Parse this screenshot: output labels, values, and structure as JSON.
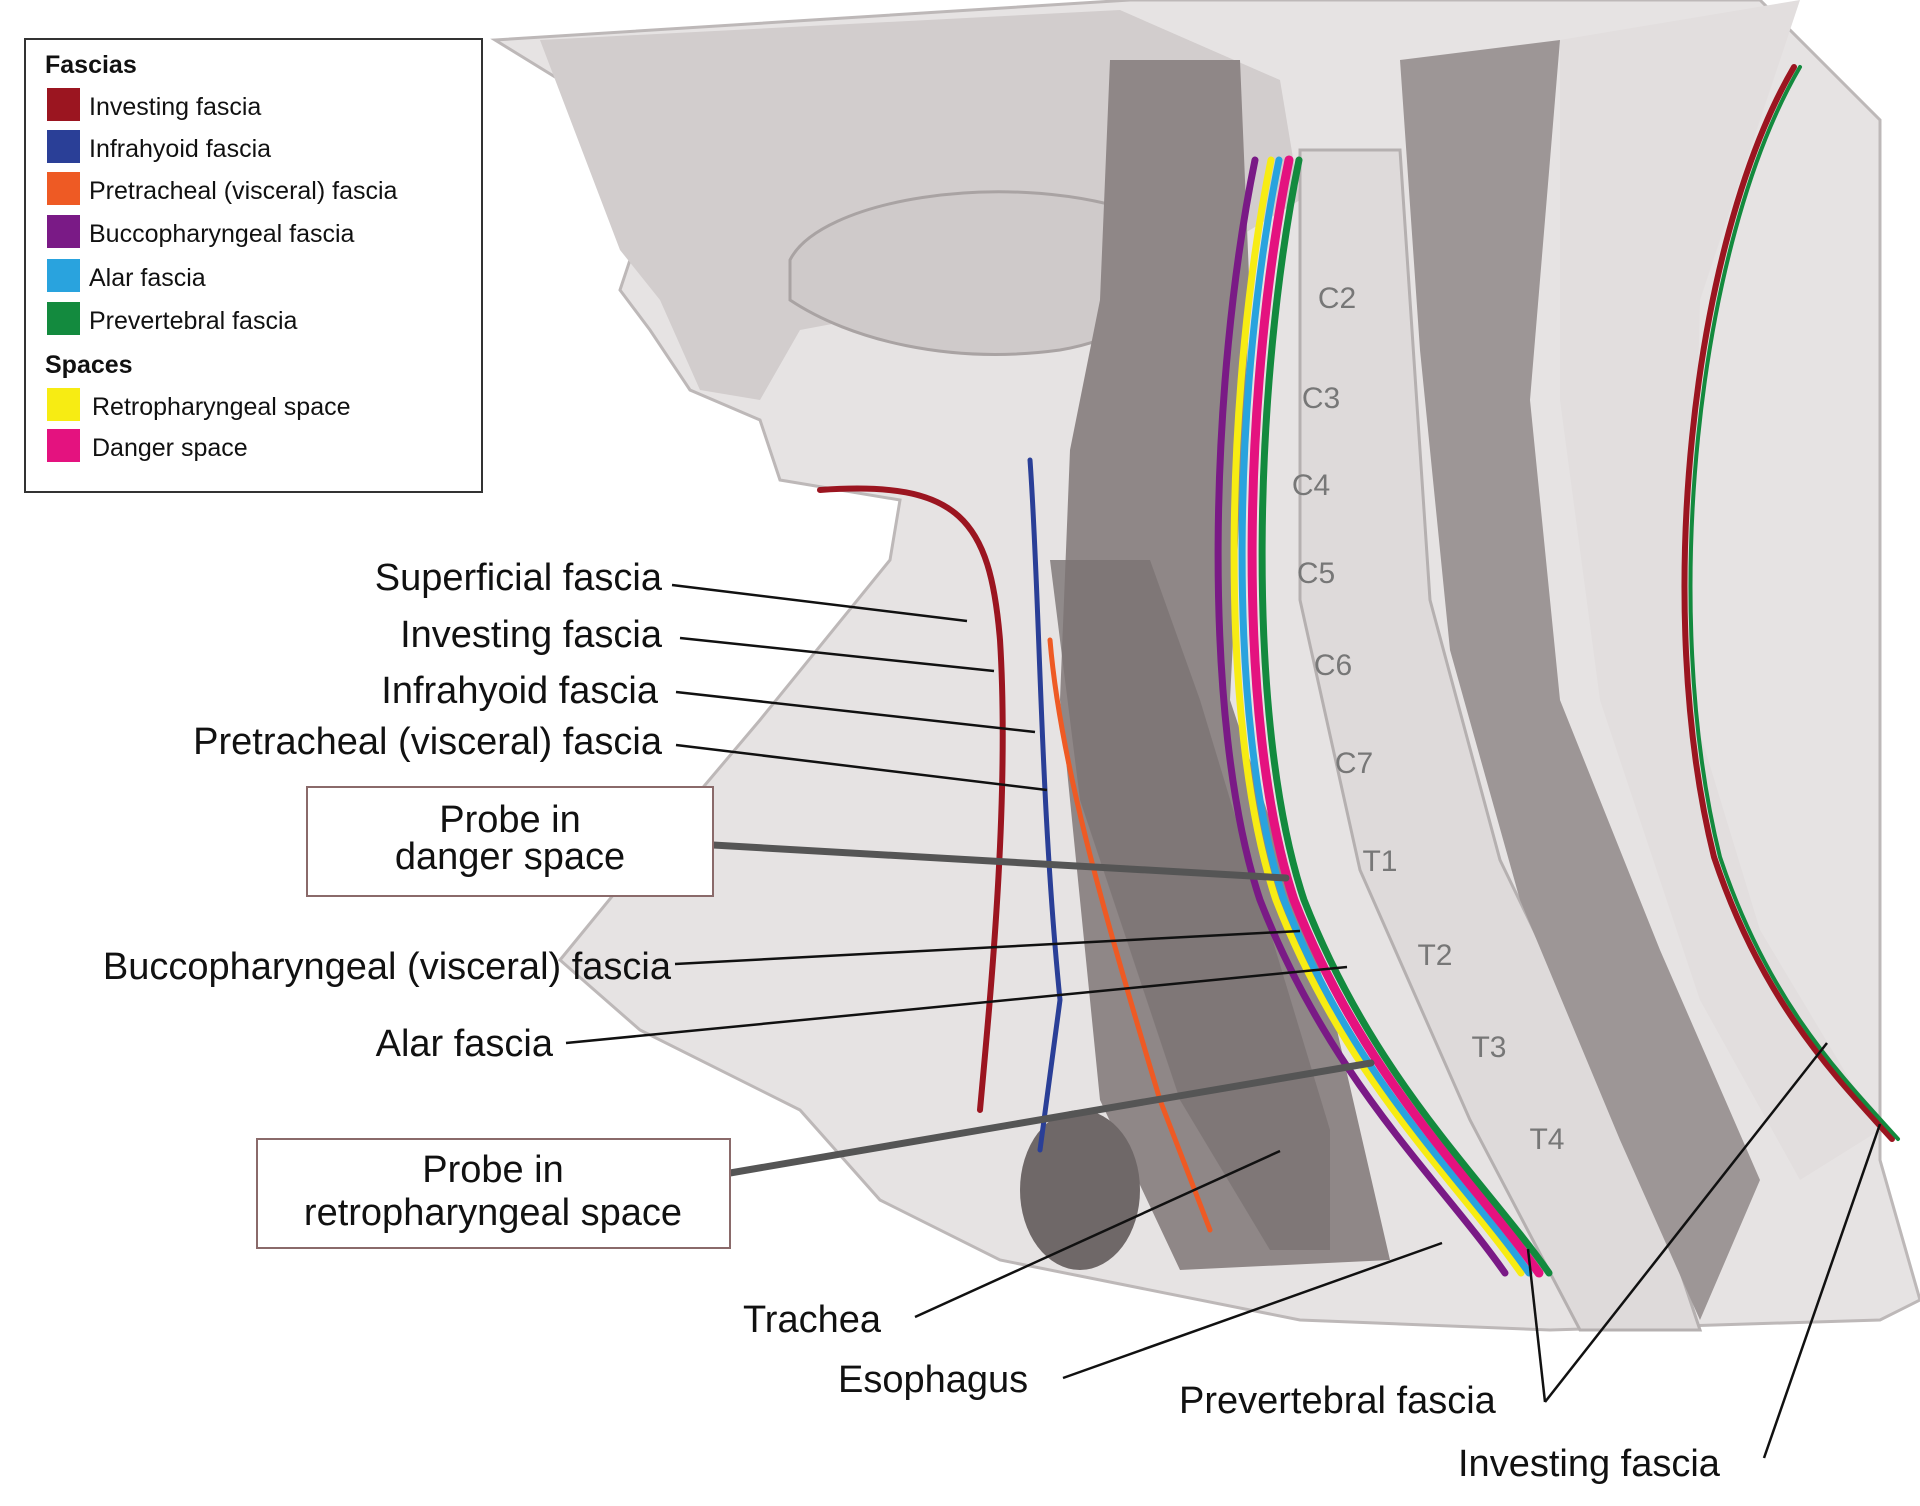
{
  "legend": {
    "fascias_heading": "Fascias",
    "fascias": [
      {
        "label": "Investing fascia",
        "color": "#9b1520"
      },
      {
        "label": "Infrahyoid fascia",
        "color": "#2a3f97"
      },
      {
        "label": "Pretracheal (visceral) fascia",
        "color": "#ee5a24"
      },
      {
        "label": "Buccopharyngeal fascia",
        "color": "#7a1a86"
      },
      {
        "label": "Alar fascia",
        "color": "#29a3de"
      },
      {
        "label": "Prevertebral fascia",
        "color": "#138a3e"
      }
    ],
    "spaces_heading": "Spaces",
    "spaces": [
      {
        "label": "Retropharyngeal space",
        "color": "#f7ec13"
      },
      {
        "label": "Danger space",
        "color": "#e4127f"
      }
    ]
  },
  "labels": {
    "superficial": "Superficial fascia",
    "investing": "Investing fascia",
    "infrahyoid": "Infrahyoid fascia",
    "pretracheal": "Pretracheal (visceral) fascia",
    "probe_danger_1": "Probe in",
    "probe_danger_2": "danger space",
    "buccopharyngeal": "Buccopharyngeal (visceral) fascia",
    "alar": "Alar fascia",
    "probe_retro_1": "Probe in",
    "probe_retro_2": "retropharyngeal space",
    "trachea": "Trachea",
    "esophagus": "Esophagus",
    "prevertebral": "Prevertebral fascia",
    "investing_bottom": "Investing fascia"
  },
  "vertebrae": [
    "C2",
    "C3",
    "C4",
    "C5",
    "C6",
    "C7",
    "T1",
    "T2",
    "T3",
    "T4"
  ]
}
